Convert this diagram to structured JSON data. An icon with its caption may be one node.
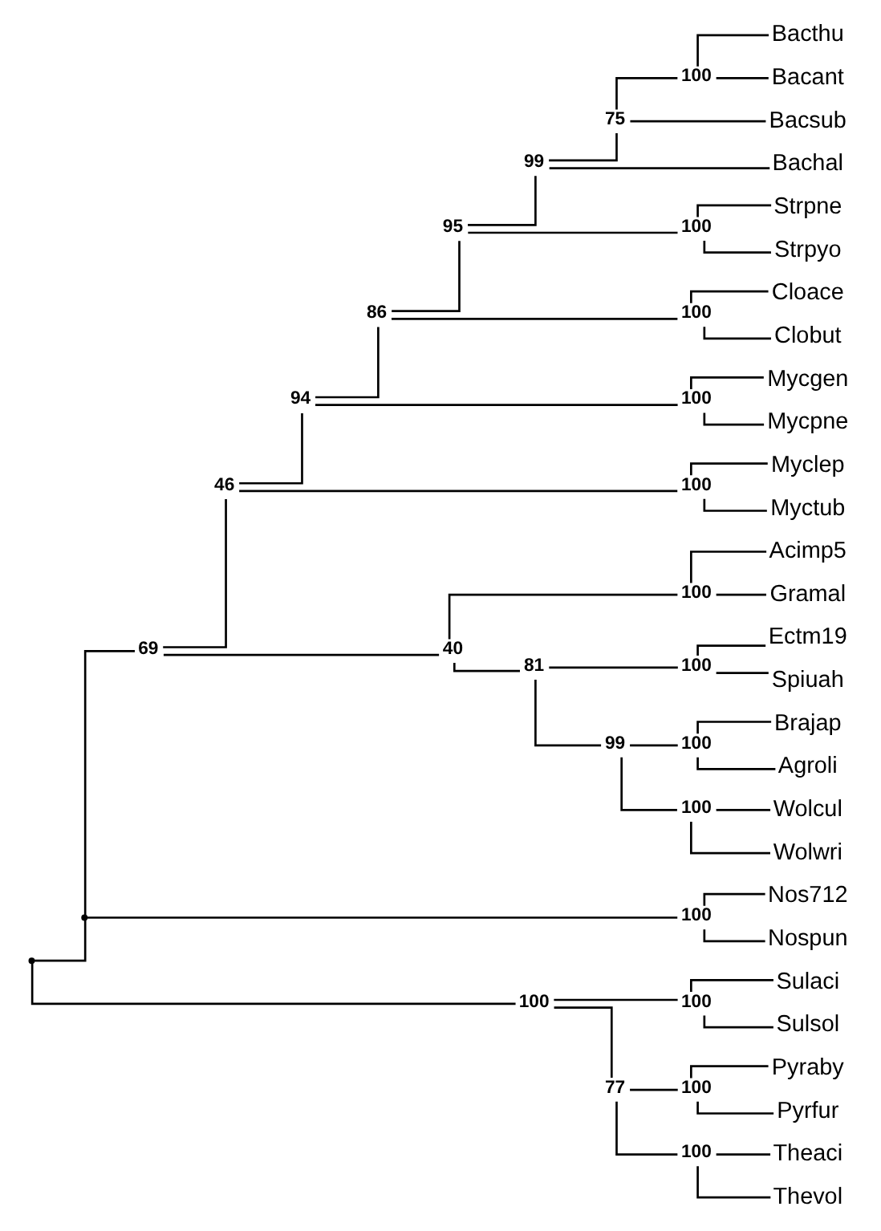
{
  "diagram": {
    "nodes": [
      {
        "text": [],
        "shape": "point"
      },
      {
        "text": [],
        "shape": "point"
      },
      {
        "text": [
          "69"
        ]
      },
      {
        "text": [
          "46"
        ]
      },
      {
        "text": [
          "94"
        ]
      },
      {
        "text": [
          "86"
        ]
      },
      {
        "text": [
          "95"
        ]
      },
      {
        "text": [
          "99"
        ]
      },
      {
        "text": [
          "75"
        ]
      },
      {
        "text": [
          "100"
        ]
      },
      {
        "text": [
          "Bacthu"
        ]
      },
      {
        "text": [
          "Bacant"
        ]
      },
      {
        "text": [
          "Bacsub"
        ]
      },
      {
        "text": [
          "Bachal"
        ]
      },
      {
        "text": [
          "100"
        ]
      },
      {
        "text": [
          "Strpne"
        ]
      },
      {
        "text": [
          "Strpyo"
        ]
      },
      {
        "text": [
          "100"
        ]
      },
      {
        "text": [
          "Cloace"
        ]
      },
      {
        "text": [
          "Clobut"
        ]
      },
      {
        "text": [
          "100"
        ]
      },
      {
        "text": [
          "Mycgen"
        ]
      },
      {
        "text": [
          "Mycpne"
        ]
      },
      {
        "text": [
          "100"
        ]
      },
      {
        "text": [
          "Myclep"
        ]
      },
      {
        "text": [
          "Myctub"
        ]
      },
      {
        "text": [
          "40"
        ]
      },
      {
        "text": [
          "100"
        ]
      },
      {
        "text": [
          "Acimp5"
        ]
      },
      {
        "text": [
          "Gramal"
        ]
      },
      {
        "text": [
          "81"
        ]
      },
      {
        "text": [
          "100"
        ]
      },
      {
        "text": [
          "Ectm19"
        ]
      },
      {
        "text": [
          "Spiuah"
        ]
      },
      {
        "text": [
          "99"
        ]
      },
      {
        "text": [
          "100"
        ]
      },
      {
        "text": [
          "Brajap"
        ]
      },
      {
        "text": [
          "Agroli"
        ]
      },
      {
        "text": [
          "100"
        ]
      },
      {
        "text": [
          "Wolcul"
        ]
      },
      {
        "text": [
          "Wolwri"
        ]
      },
      {
        "text": [
          "100"
        ]
      },
      {
        "text": [
          "Nos712"
        ]
      },
      {
        "text": [
          "Nospun"
        ]
      },
      {
        "text": [
          "100"
        ]
      },
      {
        "text": [
          "100"
        ]
      },
      {
        "text": [
          "Sulaci"
        ]
      },
      {
        "text": [
          "Sulsol"
        ]
      },
      {
        "text": [
          "77"
        ]
      },
      {
        "text": [
          "100"
        ]
      },
      {
        "text": [
          "Pyraby"
        ]
      },
      {
        "text": [
          "Pyrfur"
        ]
      },
      {
        "text": [
          "100"
        ]
      },
      {
        "text": [
          "Theaci"
        ]
      },
      {
        "text": [
          "Thevol"
        ]
      }
    ],
    "edges": [
      {
        "from": 0,
        "to": 1,
        "arrow": "none"
      },
      {
        "from": 0,
        "to": 44,
        "arrow": "none"
      },
      {
        "from": 1,
        "to": 2,
        "arrow": "none"
      },
      {
        "from": 1,
        "to": 41,
        "arrow": "none"
      },
      {
        "from": 2,
        "to": 3,
        "arrow": "none"
      },
      {
        "from": 2,
        "to": 26,
        "arrow": "none"
      },
      {
        "from": 3,
        "to": 4,
        "arrow": "none"
      },
      {
        "from": 3,
        "to": 23,
        "arrow": "none"
      },
      {
        "from": 4,
        "to": 5,
        "arrow": "none"
      },
      {
        "from": 4,
        "to": 20,
        "arrow": "none"
      },
      {
        "from": 5,
        "to": 6,
        "arrow": "none"
      },
      {
        "from": 5,
        "to": 17,
        "arrow": "none"
      },
      {
        "from": 6,
        "to": 7,
        "arrow": "none"
      },
      {
        "from": 6,
        "to": 14,
        "arrow": "none"
      },
      {
        "from": 7,
        "to": 8,
        "arrow": "none"
      },
      {
        "from": 7,
        "to": 13,
        "arrow": "none"
      },
      {
        "from": 8,
        "to": 9,
        "arrow": "none"
      },
      {
        "from": 8,
        "to": 12,
        "arrow": "none"
      },
      {
        "from": 9,
        "to": 10,
        "arrow": "none"
      },
      {
        "from": 9,
        "to": 11,
        "arrow": "none"
      },
      {
        "from": 14,
        "to": 15,
        "arrow": "none"
      },
      {
        "from": 14,
        "to": 16,
        "arrow": "none"
      },
      {
        "from": 17,
        "to": 18,
        "arrow": "none"
      },
      {
        "from": 17,
        "to": 19,
        "arrow": "none"
      },
      {
        "from": 20,
        "to": 21,
        "arrow": "none"
      },
      {
        "from": 20,
        "to": 22,
        "arrow": "none"
      },
      {
        "from": 23,
        "to": 24,
        "arrow": "none"
      },
      {
        "from": 23,
        "to": 25,
        "arrow": "none"
      },
      {
        "from": 26,
        "to": 27,
        "arrow": "none"
      },
      {
        "from": 26,
        "to": 30,
        "arrow": "none"
      },
      {
        "from": 27,
        "to": 28,
        "arrow": "none"
      },
      {
        "from": 27,
        "to": 29,
        "arrow": "none"
      },
      {
        "from": 30,
        "to": 31,
        "arrow": "none"
      },
      {
        "from": 30,
        "to": 34,
        "arrow": "none"
      },
      {
        "from": 31,
        "to": 32,
        "arrow": "none"
      },
      {
        "from": 31,
        "to": 33,
        "arrow": "none"
      },
      {
        "from": 34,
        "to": 35,
        "arrow": "none"
      },
      {
        "from": 34,
        "to": 38,
        "arrow": "none"
      },
      {
        "from": 35,
        "to": 36,
        "arrow": "none"
      },
      {
        "from": 35,
        "to": 37,
        "arrow": "none"
      },
      {
        "from": 38,
        "to": 39,
        "arrow": "none"
      },
      {
        "from": 38,
        "to": 40,
        "arrow": "none"
      },
      {
        "from": 41,
        "to": 42,
        "arrow": "none"
      },
      {
        "from": 41,
        "to": 43,
        "arrow": "none"
      },
      {
        "from": 44,
        "to": 45,
        "arrow": "none"
      },
      {
        "from": 44,
        "to": 48,
        "arrow": "none"
      },
      {
        "from": 45,
        "to": 46,
        "arrow": "none"
      },
      {
        "from": 45,
        "to": 47,
        "arrow": "none"
      },
      {
        "from": 48,
        "to": 49,
        "arrow": "none"
      },
      {
        "from": 48,
        "to": 52,
        "arrow": "none"
      },
      {
        "from": 49,
        "to": 50,
        "arrow": "none"
      },
      {
        "from": 49,
        "to": 51,
        "arrow": "none"
      },
      {
        "from": 52,
        "to": 53,
        "arrow": "none"
      },
      {
        "from": 52,
        "to": 54,
        "arrow": "none"
      }
    ]
  }
}
